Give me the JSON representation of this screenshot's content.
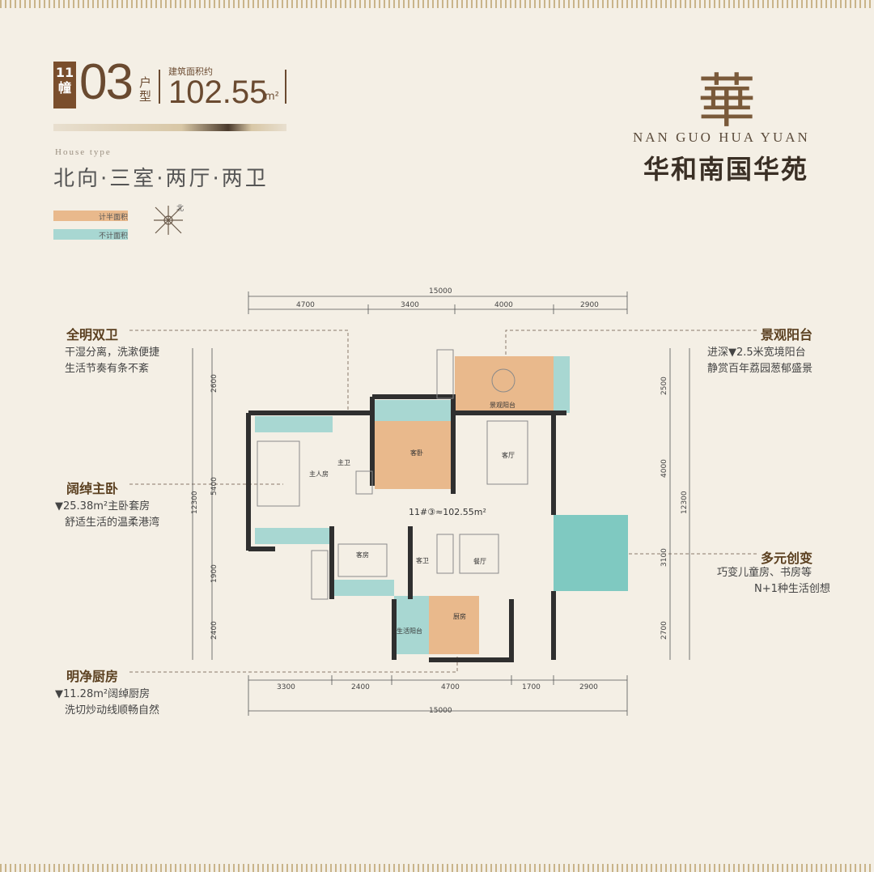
{
  "header": {
    "building": "11幢",
    "unit": "03",
    "unit_word": "户型",
    "area_caption": "建筑面积约",
    "area_value": "102.55",
    "area_unit": "m²",
    "house_type_en": "House type",
    "orientation": "北向·三室·两厅·两卫"
  },
  "legend": {
    "half_area_label": "计半面积",
    "half_area_color": "#e9b98c",
    "excluded_label": "不计面积",
    "excluded_color": "#a8d7d2",
    "north_label": "北"
  },
  "brand": {
    "logo_glyph": "華",
    "name_en": "NAN GUO HUA YUAN",
    "name_cn": "华和南国华苑"
  },
  "callouts": {
    "bath": {
      "title": "全明双卫",
      "line1": "干湿分离，洗漱便捷",
      "line2": "生活节奏有条不紊"
    },
    "master": {
      "title": "阔绰主卧",
      "line1": "▼25.38m²主卧套房",
      "line2": "舒适生活的温柔港湾"
    },
    "kitchen": {
      "title": "明净厨房",
      "line1": "▼11.28m²阔绰厨房",
      "line2": "洗切炒动线顺畅自然"
    },
    "balcony": {
      "title": "景观阳台",
      "line1": "进深▼2.5米宽境阳台",
      "line2": "静赏百年荔园葱郁盛景"
    },
    "flex": {
      "title": "多元创变",
      "line1": "巧变儿童房、书房等",
      "line2": "N+1种生活创想"
    }
  },
  "plan": {
    "total_label": "11#③≈102.55m²",
    "dims_top_total": "15000",
    "dims_top": [
      "4700",
      "3400",
      "4000",
      "2900"
    ],
    "dims_bottom": [
      "3300",
      "2400",
      "4700",
      "1700",
      "2900"
    ],
    "dims_bottom_total": "15000",
    "dims_left": [
      "2600",
      "5400",
      "1900",
      "2400"
    ],
    "dims_left_total": "12300",
    "dims_right": [
      "2500",
      "4000",
      "3100",
      "2700"
    ],
    "dims_right_total": "12300",
    "rooms": {
      "balcony": "景观阳台",
      "second_bedroom": "客卧",
      "living": "客厅",
      "master": "主人房",
      "master_bath": "主卫",
      "guest_room": "客房",
      "guest_bath": "客卫",
      "dining": "餐厅",
      "kitchen": "厨房",
      "service_balcony": "生活阳台"
    }
  }
}
